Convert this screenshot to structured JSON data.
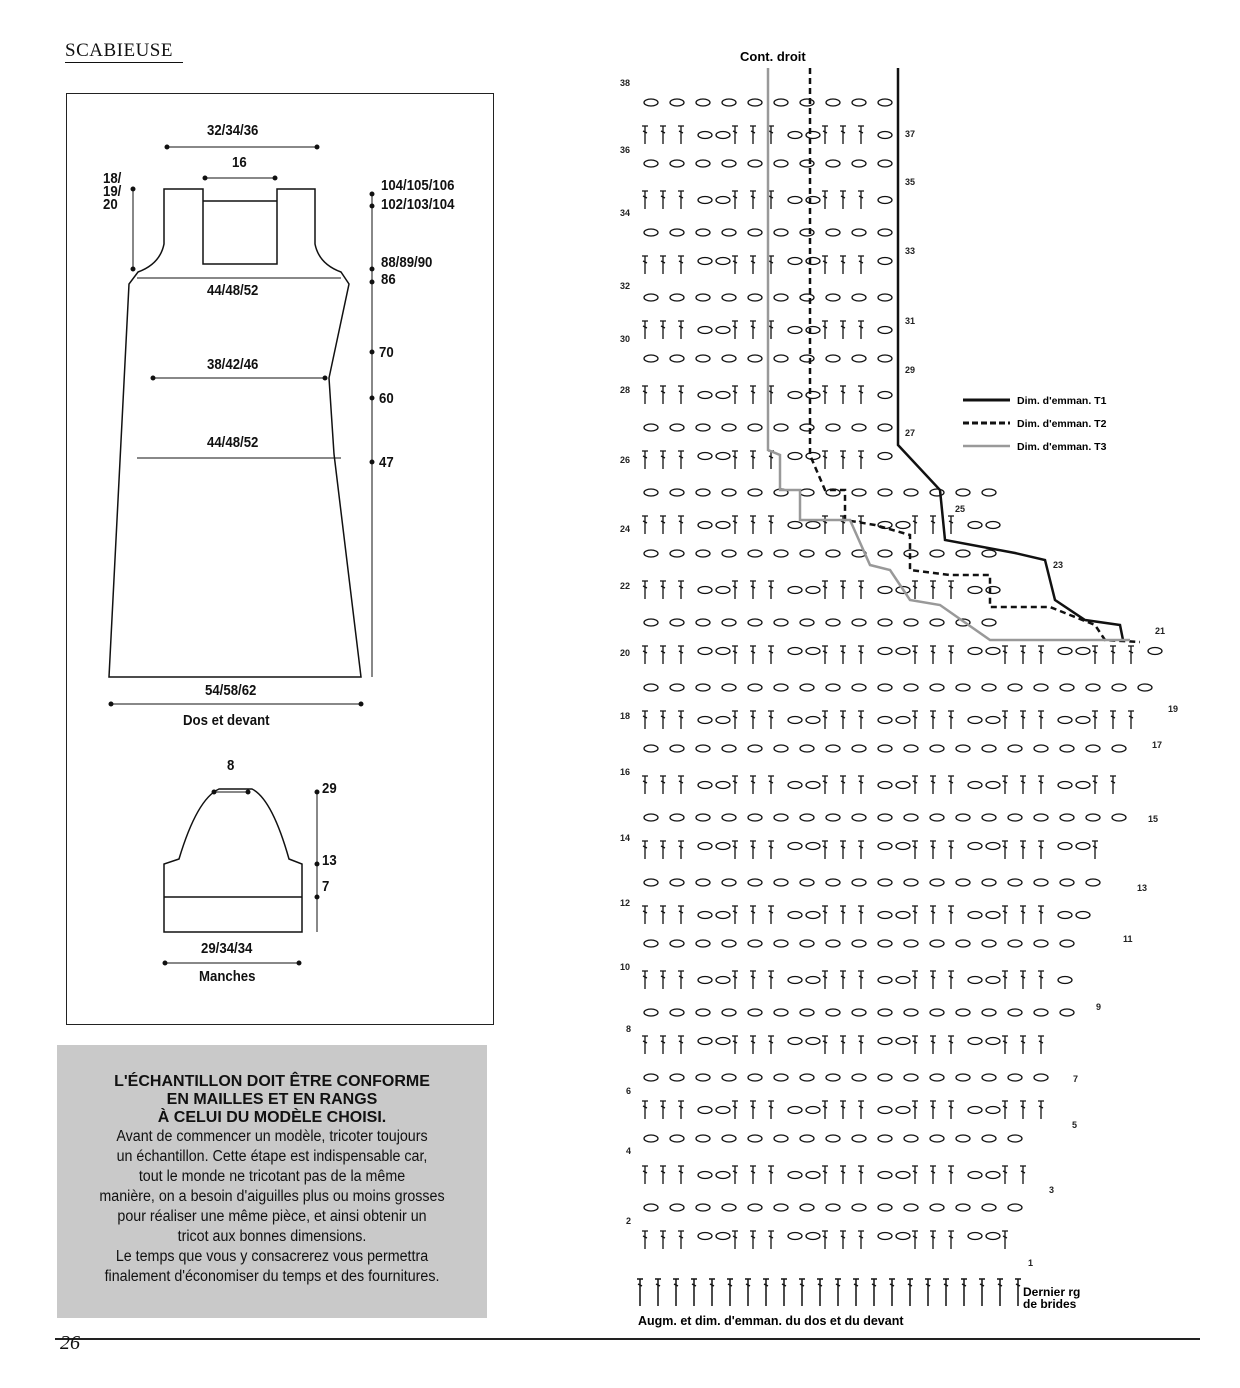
{
  "header": {
    "title": "SCABIEUSE"
  },
  "schematic": {
    "body": {
      "top_width": "32/34/36",
      "neck_width": "16",
      "strap_height": "18/\n19/\n20",
      "bust_width": "44/48/52",
      "waist_width": "38/42/46",
      "hip_width": "44/48/52",
      "bottom_width": "54/58/62",
      "height_top_1": "104/105/106",
      "height_top_2": "102/103/104",
      "height_armhole_1": "88/89/90",
      "height_armhole_2": "86",
      "height_70": "70",
      "height_60": "60",
      "height_47": "47",
      "caption": "Dos et devant"
    },
    "sleeve": {
      "top_width": "8",
      "height_total": "29",
      "height_cap": "13",
      "height_band": "7",
      "bottom_width": "29/34/34",
      "caption": "Manches"
    }
  },
  "note": {
    "heading": [
      "L'ÉCHANTILLON DOIT ÊTRE CONFORME",
      "EN MAILLES ET EN RANGS",
      "À CELUI DU MODÈLE CHOISI."
    ],
    "body": [
      "Avant de commencer un modèle, tricoter toujours",
      "un échantillon. Cette étape est indispensable car,",
      "tout le monde ne tricotant pas de la même",
      "manière, on a besoin d'aiguilles plus ou moins grosses",
      "pour réaliser une même pièce, et ainsi obtenir un",
      "tricot aux bonnes dimensions.",
      "Le temps que vous y consacrerez vous permettra",
      "finalement d'économiser du temps et des fournitures."
    ]
  },
  "chart": {
    "top_label": "Cont. droit",
    "bottom_label": "Augm. et dim. d'emman. du dos et du devant",
    "last_row_label": [
      "Dernier rg",
      "de brides"
    ],
    "legend": [
      {
        "label": "Dim. d'emman. T1",
        "style": "solid",
        "color": "#111111"
      },
      {
        "label": "Dim. d'emman. T2",
        "style": "dashed",
        "color": "#111111"
      },
      {
        "label": "Dim. d'emman. T3",
        "style": "solid",
        "color": "#999999"
      }
    ],
    "rows": [
      "1",
      "2",
      "3",
      "4",
      "5",
      "6",
      "7",
      "8",
      "9",
      "10",
      "11",
      "12",
      "13",
      "14",
      "15",
      "16",
      "17",
      "18",
      "19",
      "20",
      "21",
      "22",
      "23",
      "24",
      "25",
      "26",
      "27",
      "28",
      "29",
      "30",
      "31",
      "32",
      "33",
      "34",
      "35",
      "36",
      "37",
      "38"
    ]
  },
  "footer": {
    "page_number": "26"
  }
}
